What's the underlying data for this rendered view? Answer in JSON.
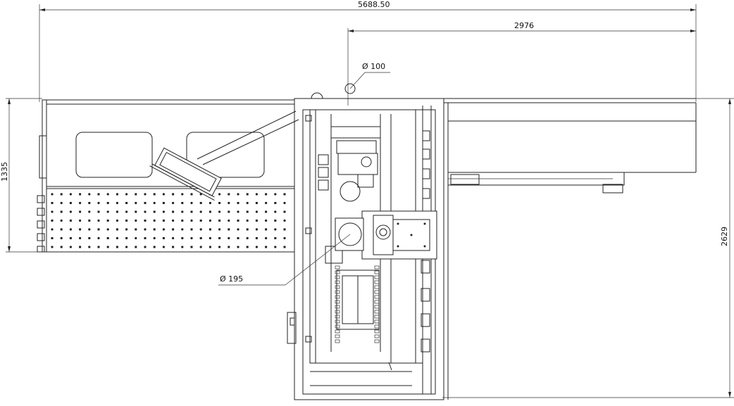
{
  "dimensions": {
    "overall_width": "5688.50",
    "right_section_width": "2976",
    "left_height": "1335",
    "right_height": "2629"
  },
  "diameters": {
    "small": "Ø 100",
    "large": "Ø 195"
  },
  "colors": {
    "line": "#222222",
    "background": "#ffffff"
  }
}
